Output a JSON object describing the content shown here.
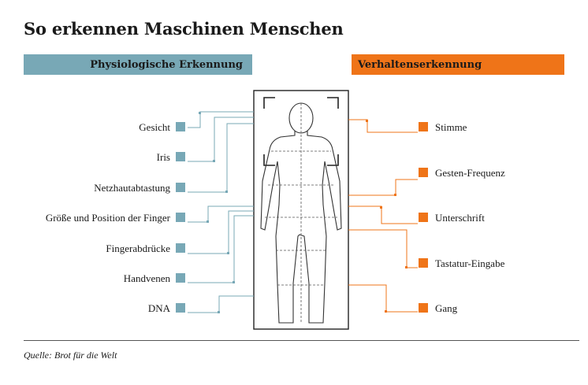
{
  "title": "So erkennen Maschinen Menschen",
  "physiological": {
    "heading": "Physiologische Erkennung",
    "color": "#78a8b6",
    "items": [
      "Gesicht",
      "Iris",
      "Netzhautabtastung",
      "Größe und Position der Finger",
      "Fingerabdrücke",
      "Handvenen",
      "DNA"
    ]
  },
  "behavioral": {
    "heading": "Verhaltenserkennung",
    "color": "#ef7418",
    "items": [
      "Stimme",
      "Gesten-Frequenz",
      "Unterschrift",
      "Tastatur-Eingabe",
      "Gang"
    ]
  },
  "source": "Quelle: Brot für die Welt"
}
